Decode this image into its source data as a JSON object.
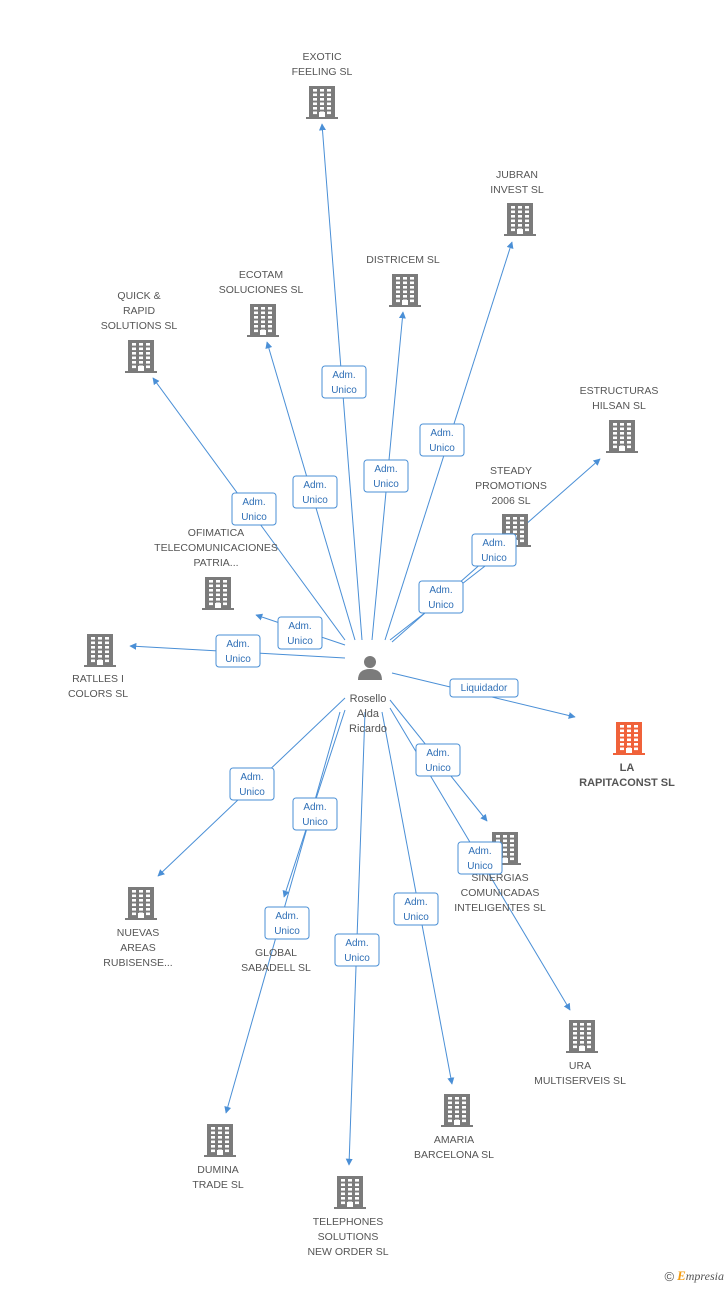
{
  "center": {
    "name_lines": [
      "Rosello",
      "Alda",
      "Ricardo"
    ],
    "icon": "person-icon"
  },
  "colors": {
    "edge": "#4a8fd6",
    "building": "#7b7b7b",
    "highlight": "#f0623a",
    "rel_text": "#2f6fb6"
  },
  "companies": [
    {
      "id": "exotic-feeling",
      "name_lines": [
        "EXOTIC",
        "FEELING SL"
      ],
      "highlight": false
    },
    {
      "id": "jubran-invest",
      "name_lines": [
        "JUBRAN",
        "INVEST SL"
      ],
      "highlight": false
    },
    {
      "id": "districem",
      "name_lines": [
        "DISTRICEM SL"
      ],
      "highlight": false
    },
    {
      "id": "ecotam",
      "name_lines": [
        "ECOTAM",
        "SOLUCIONES SL"
      ],
      "highlight": false
    },
    {
      "id": "quick-rapid",
      "name_lines": [
        "QUICK &",
        "RAPID",
        "SOLUTIONS SL"
      ],
      "highlight": false
    },
    {
      "id": "estructuras-hilsan",
      "name_lines": [
        "ESTRUCTURAS",
        "HILSAN  SL"
      ],
      "highlight": false
    },
    {
      "id": "steady-promotions",
      "name_lines": [
        "STEADY",
        "PROMOTIONS",
        "2006 SL"
      ],
      "highlight": false
    },
    {
      "id": "ofimatica",
      "name_lines": [
        "OFIMATICA",
        "TELECOMUNICACIONES",
        "PATRIA..."
      ],
      "highlight": false
    },
    {
      "id": "ratlles",
      "name_lines": [
        "RATLLES I",
        "COLORS SL"
      ],
      "highlight": false
    },
    {
      "id": "la-rapitaconst",
      "name_lines": [
        "LA",
        "RAPITACONST SL"
      ],
      "highlight": true
    },
    {
      "id": "sinergias",
      "name_lines": [
        "SINERGIAS",
        "COMUNICADAS",
        "INTELIGENTES SL"
      ],
      "highlight": false
    },
    {
      "id": "nuevas-areas",
      "name_lines": [
        "NUEVAS",
        "AREAS",
        "RUBISENSE..."
      ],
      "highlight": false
    },
    {
      "id": "global-sabadell",
      "name_lines": [
        "GLOBAL",
        "SABADELL SL"
      ],
      "highlight": false
    },
    {
      "id": "ura-multiserveis",
      "name_lines": [
        "URA",
        "MULTISERVEIS SL"
      ],
      "highlight": false
    },
    {
      "id": "amaria-barcelona",
      "name_lines": [
        "AMARIA",
        "BARCELONA SL"
      ],
      "highlight": false
    },
    {
      "id": "dumina-trade",
      "name_lines": [
        "DUMINA",
        "TRADE SL"
      ],
      "highlight": false
    },
    {
      "id": "telephones-solutions",
      "name_lines": [
        "TELEPHONES",
        "SOLUTIONS",
        "NEW ORDER SL"
      ],
      "highlight": false
    }
  ],
  "edges": [
    {
      "to": "exotic-feeling",
      "lines": [
        "Adm.",
        "Unico"
      ]
    },
    {
      "to": "jubran-invest",
      "lines": [
        "Adm.",
        "Unico"
      ]
    },
    {
      "to": "districem",
      "lines": [
        "Adm.",
        "Unico"
      ]
    },
    {
      "to": "ecotam",
      "lines": [
        "Adm.",
        "Unico"
      ]
    },
    {
      "to": "quick-rapid",
      "lines": [
        "Adm.",
        "Unico"
      ]
    },
    {
      "to": "estructuras-hilsan",
      "lines": [
        "Adm.",
        "Unico"
      ]
    },
    {
      "to": "steady-promotions",
      "lines": [
        "Adm.",
        "Unico"
      ]
    },
    {
      "to": "ofimatica",
      "lines": [
        "Adm.",
        "Unico"
      ]
    },
    {
      "to": "ratlles",
      "lines": [
        "Adm.",
        "Unico"
      ]
    },
    {
      "to": "la-rapitaconst",
      "lines": [
        "Liquidador"
      ]
    },
    {
      "to": "sinergias",
      "lines": [
        "Adm.",
        "Unico"
      ]
    },
    {
      "to": "nuevas-areas",
      "lines": [
        "Adm.",
        "Unico"
      ]
    },
    {
      "to": "global-sabadell",
      "lines": [
        "Adm.",
        "Unico"
      ]
    },
    {
      "to": "ura-multiserveis",
      "lines": [
        "Adm.",
        "Unico"
      ]
    },
    {
      "to": "amaria-barcelona",
      "lines": [
        "Adm.",
        "Unico"
      ]
    },
    {
      "to": "dumina-trade",
      "lines": [
        "Adm.",
        "Unico"
      ]
    },
    {
      "to": "telephones-solutions",
      "lines": [
        "Adm.",
        "Unico"
      ]
    }
  ],
  "footer": {
    "copyright": "©",
    "brand_initial": "E",
    "brand_rest": "mpresia"
  }
}
